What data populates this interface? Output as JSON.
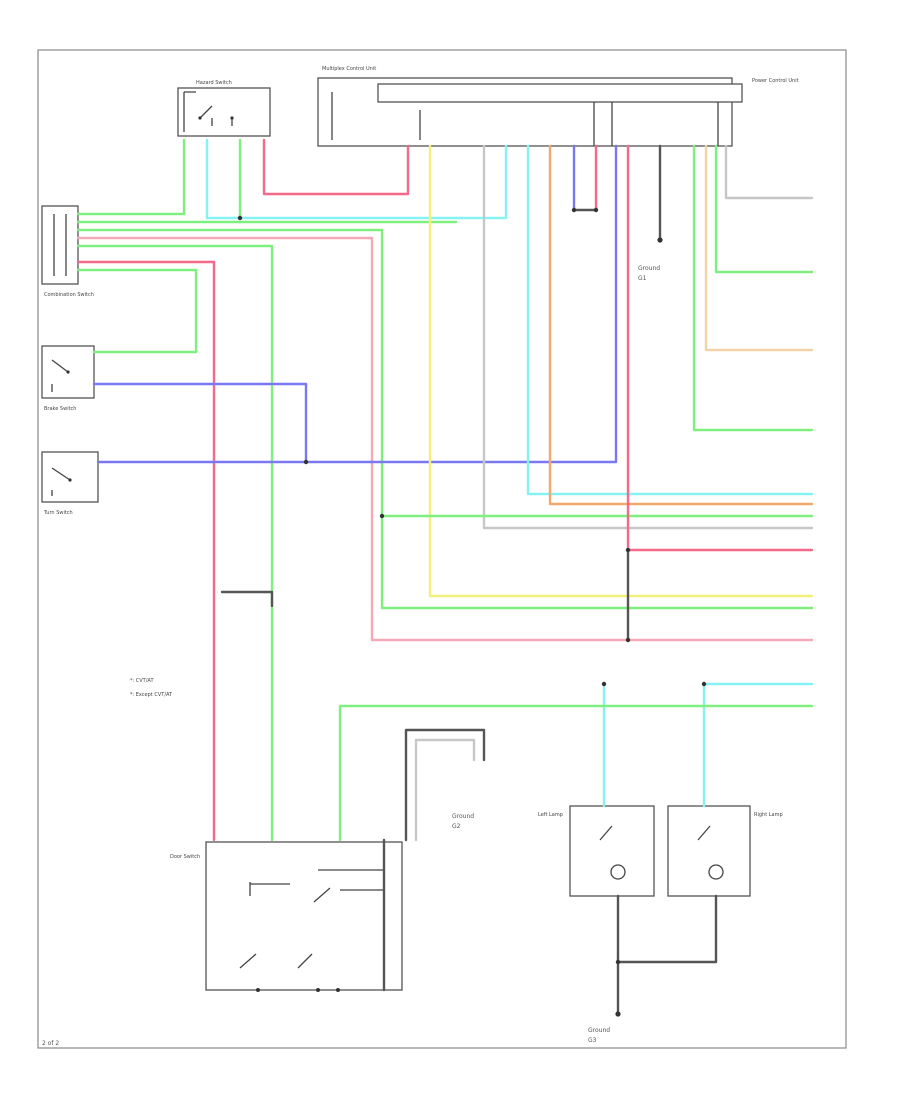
{
  "colors": {
    "green": "#7ff07f",
    "cyan": "#86f2f2",
    "red": "#f56a8a",
    "pink": "#f7a9b8",
    "blue": "#7a78f0",
    "yellow": "#f3f07a",
    "orange": "#f5a86b",
    "gray": "#c7c7c7",
    "black": "#555555"
  },
  "legend": {
    "item1": "*: CVT/AT",
    "item2": "*: Except CVT/AT"
  },
  "labels": {
    "hazard_switch": "Hazard Switch",
    "combination_switch": "Combination Switch",
    "multiplex_control_unit": "Multiplex Control Unit",
    "power_control_unit": "Power Control Unit",
    "brake_switch": "Brake Switch",
    "turn_switch": "Turn Switch",
    "door_switch": "Door Switch",
    "ground_1": "Ground",
    "ground_2": "Ground",
    "ground_3": "Ground",
    "left_lamp": "Left Lamp",
    "right_lamp": "Right Lamp"
  },
  "ground_refs": {
    "g1": "G1",
    "g2": "G2",
    "g3": "G3"
  },
  "footer": "2 of 2"
}
